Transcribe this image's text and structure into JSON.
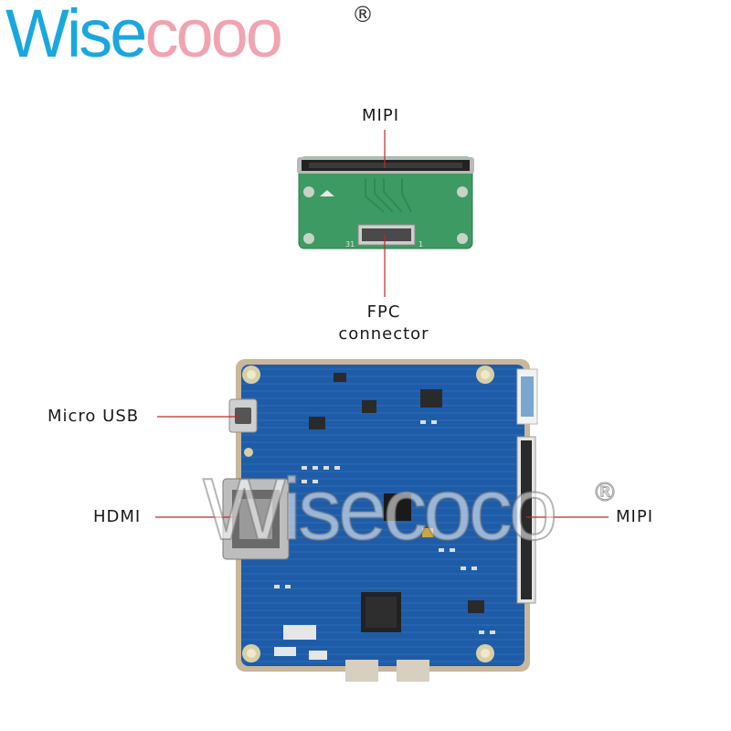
{
  "brand": {
    "part1": "Wise",
    "part2": "cooo",
    "registered": "®"
  },
  "labels": {
    "mipi_top": "MIPI",
    "fpc_line1": "FPC",
    "fpc_line2": "connector",
    "micro_usb": "Micro USB",
    "hdmi": "HDMI",
    "mipi_right": "MIPI"
  },
  "adapter_board": {
    "left_pin": "31",
    "right_pin": "1"
  },
  "watermark": {
    "text": "Wisecoco",
    "registered": "®"
  },
  "colors": {
    "pcb_blue": "#1f5fae",
    "adapter_green": "#3d9a62",
    "leader_line": "#c0262b",
    "brand_blue": "#1aa7df",
    "brand_pink": "#f2a3b0"
  }
}
